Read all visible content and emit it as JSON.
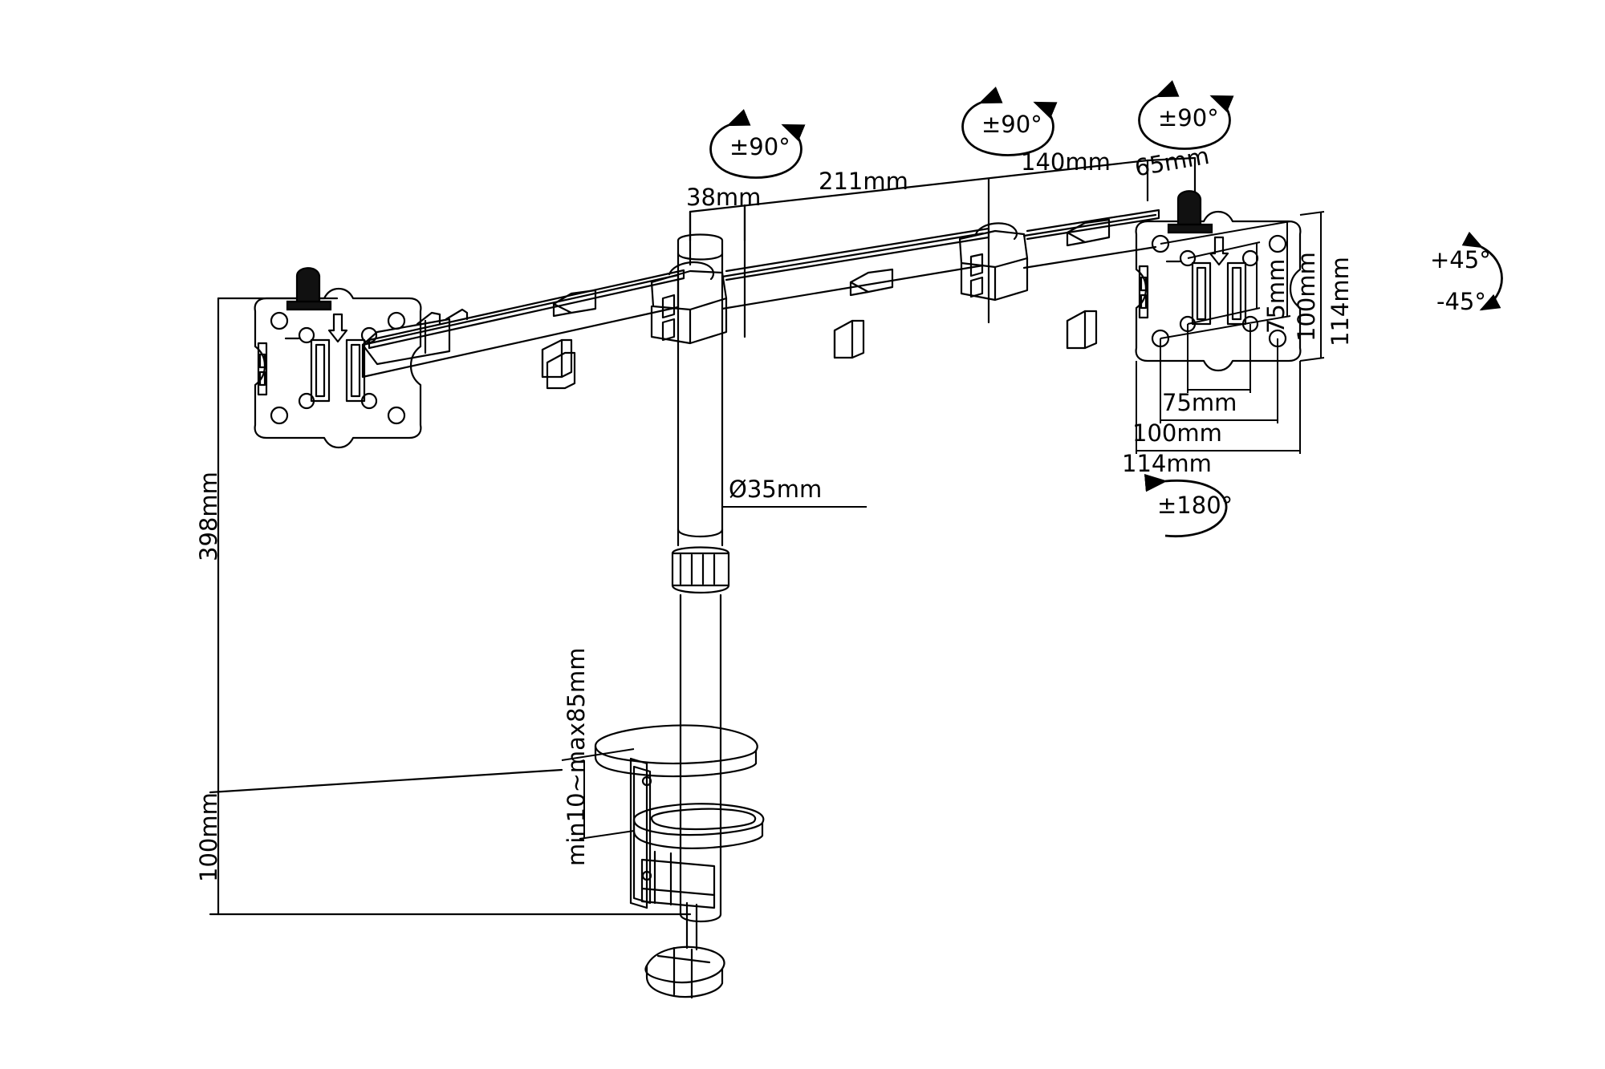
{
  "document": {
    "type": "technical-dimension-drawing",
    "subject": "Dual monitor desk mount arm",
    "units": "mm"
  },
  "rotation_callouts": [
    {
      "id": "left-arm-joint",
      "label": "±90°"
    },
    {
      "id": "center-joint",
      "label": "±90°"
    },
    {
      "id": "right-arm-joint",
      "label": "±90°"
    },
    {
      "id": "right-head-swivel",
      "label": "±180°"
    }
  ],
  "tilt": {
    "up_label": "+45°",
    "down_label": "-45°"
  },
  "top_dimensions": [
    {
      "id": "pole-offset",
      "label": "38mm"
    },
    {
      "id": "inner-arm-length",
      "label": "211mm"
    },
    {
      "id": "outer-arm-length",
      "label": "140mm"
    },
    {
      "id": "head-offset",
      "label": "65mm"
    }
  ],
  "pole": {
    "diameter_label": "Ø35mm"
  },
  "height_dimensions": [
    {
      "id": "total-height",
      "label": "398mm"
    },
    {
      "id": "desk-to-floor",
      "label": "100mm"
    }
  ],
  "clamp": {
    "thickness_label": "min10~max85mm"
  },
  "vesa": {
    "vertical": [
      {
        "id": "vesa-v-75",
        "label": "75mm"
      },
      {
        "id": "vesa-v-100",
        "label": "100mm"
      },
      {
        "id": "vesa-v-114",
        "label": "114mm"
      }
    ],
    "horizontal": [
      {
        "id": "vesa-h-75",
        "label": "75mm"
      },
      {
        "id": "vesa-h-100",
        "label": "100mm"
      },
      {
        "id": "vesa-h-114",
        "label": "114mm"
      }
    ]
  },
  "colors": {
    "line": "#000000",
    "background": "#ffffff",
    "fill_dark": "#1a1a1a"
  }
}
